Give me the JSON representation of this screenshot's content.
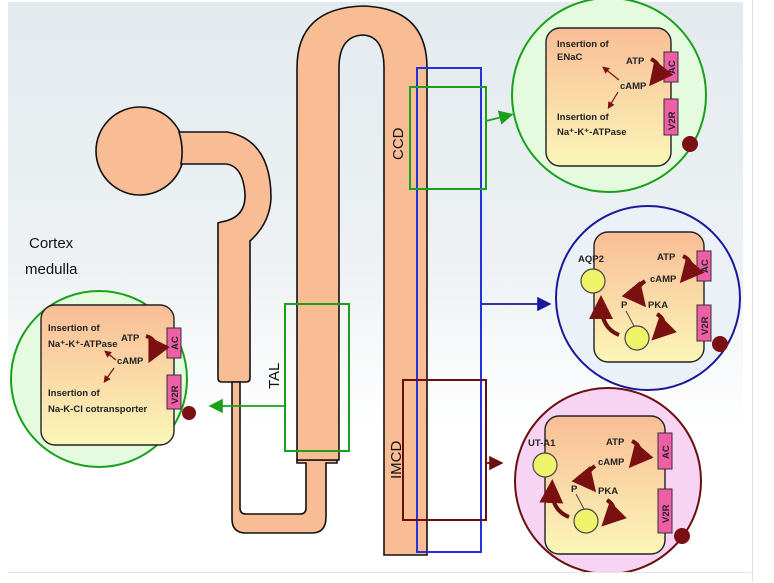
{
  "figure": {
    "region_label_line1": "Cortex",
    "region_label_line2": "medulla",
    "segments": {
      "ccd": "CCD",
      "tal": "TAL",
      "imcd": "IMCD"
    },
    "colors": {
      "tubule": "#f9bd96",
      "tal_box": "#1aa01a",
      "ccd_box": "#1aa01a",
      "collecting_duct_box": "#2233dd",
      "imcd_box": "#6b0f0f",
      "cell_fill_top": "#f9bd96",
      "cell_fill_bottom": "#fbf4b8",
      "receptor": "#ee5fa7",
      "vasopressin": "#7a0f14",
      "vesicle": "#eef36a"
    },
    "cells": {
      "tal": {
        "insertion1_line1": "Insertion of",
        "insertion1_line2": "Na⁺-K⁺-ATPase",
        "insertion2_line1": "Insertion of",
        "insertion2_line2": "Na-K-Cl cotransporter",
        "atp": "ATP",
        "camp": "cAMP",
        "ac": "AC",
        "v2r": "V2R"
      },
      "ccd": {
        "insertion1_line1": "Insertion of",
        "insertion1_line2": "ENaC",
        "insertion2_line1": "Insertion of",
        "insertion2_line2": "Na⁺-K⁺-ATPase",
        "atp": "ATP",
        "camp": "cAMP",
        "ac": "AC",
        "v2r": "V2R"
      },
      "aqp2": {
        "channel": "AQP2",
        "atp": "ATP",
        "camp": "cAMP",
        "pka": "PKA",
        "phospho": "P",
        "ac": "AC",
        "v2r": "V2R"
      },
      "imcd": {
        "channel": "UT-A1",
        "atp": "ATP",
        "camp": "cAMP",
        "pka": "PKA",
        "phospho": "P",
        "ac": "AC",
        "v2r": "V2R"
      }
    }
  }
}
